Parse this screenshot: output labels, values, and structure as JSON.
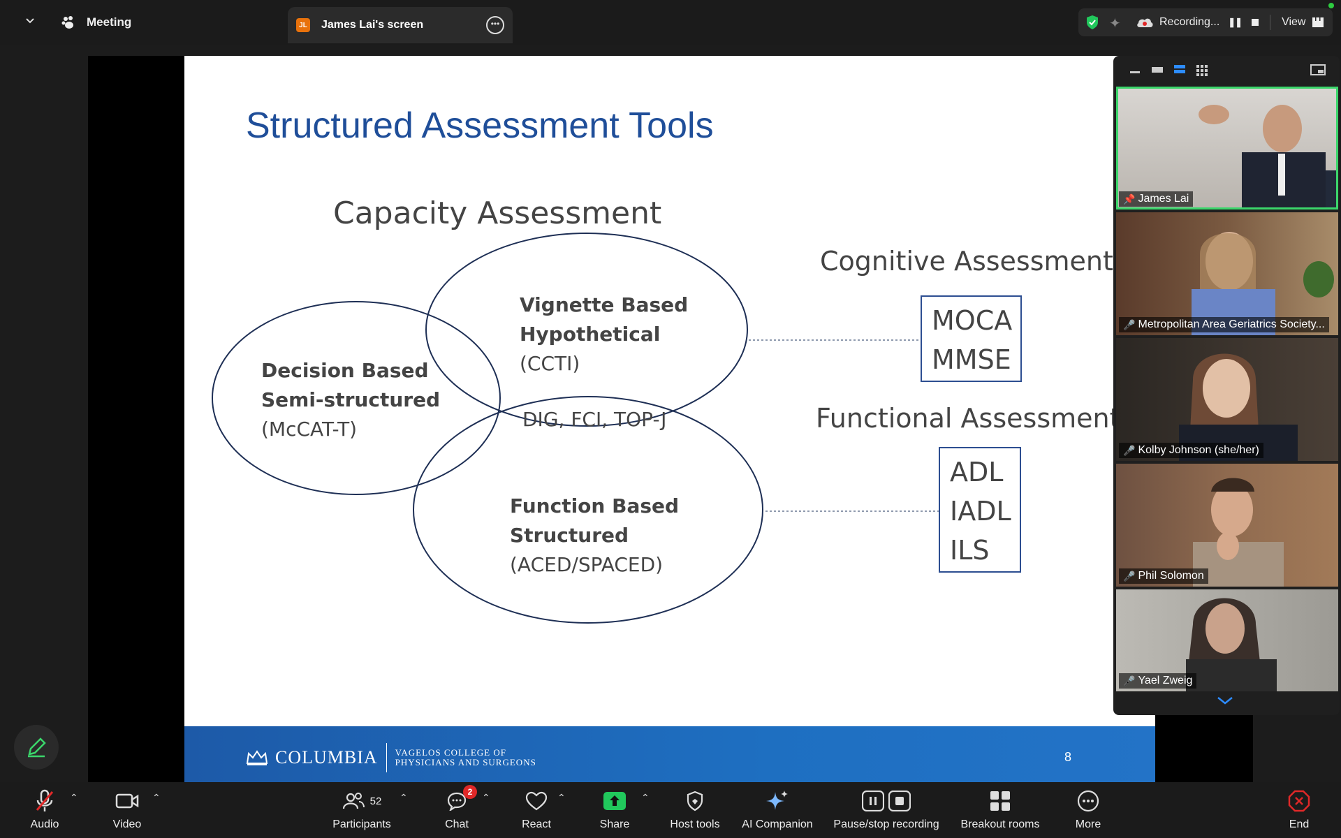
{
  "topbar": {
    "meeting_label": "Meeting",
    "share_tab": {
      "badge": "JL",
      "label": "James Lai's screen"
    },
    "recording_label": "Recording...",
    "view_label": "View"
  },
  "slide": {
    "title": "Structured Assessment Tools",
    "capacity_title": "Capacity Assessment",
    "decision": {
      "line1": "Decision Based",
      "line2": "Semi-structured",
      "line3": "(McCAT-T)"
    },
    "vignette": {
      "line1": "Vignette Based",
      "line2": "Hypothetical",
      "line3": "(CCTI)"
    },
    "overlap": "DIG, FCI, TOP-J",
    "function": {
      "line1": "Function Based",
      "line2": "Structured",
      "line3": "(ACED/SPACED)"
    },
    "cognitive_title": "Cognitive Assessments",
    "cognitive_items": [
      "MOCA",
      "MMSE"
    ],
    "functional_title": "Functional Assessment",
    "functional_items": [
      "ADL",
      "IADL",
      "ILS"
    ],
    "footer": {
      "brand": "COLUMBIA",
      "college_line1": "VAGELOS COLLEGE OF",
      "college_line2": "PHYSICIANS AND SURGEONS",
      "page": "8"
    }
  },
  "participants_panel": [
    {
      "name": "James Lai",
      "muted": false
    },
    {
      "name": "Metropolitan Area Geriatrics Society...",
      "muted": true
    },
    {
      "name": "Kolby Johnson (she/her)",
      "muted": true
    },
    {
      "name": "Phil Solomon",
      "muted": true
    },
    {
      "name": "Yael Zweig",
      "muted": true
    }
  ],
  "toolbar": {
    "audio": "Audio",
    "video": "Video",
    "participants": "Participants",
    "participants_count": "52",
    "chat": "Chat",
    "chat_badge": "2",
    "react": "React",
    "share": "Share",
    "host_tools": "Host tools",
    "ai_companion": "AI Companion",
    "pause_stop": "Pause/stop recording",
    "breakout": "Breakout rooms",
    "more": "More",
    "end": "End"
  },
  "colors": {
    "accent_green": "#21c85c",
    "slide_title_blue": "#1f4e99",
    "mute_red": "#ff3b3b",
    "end_red": "#e02828"
  }
}
